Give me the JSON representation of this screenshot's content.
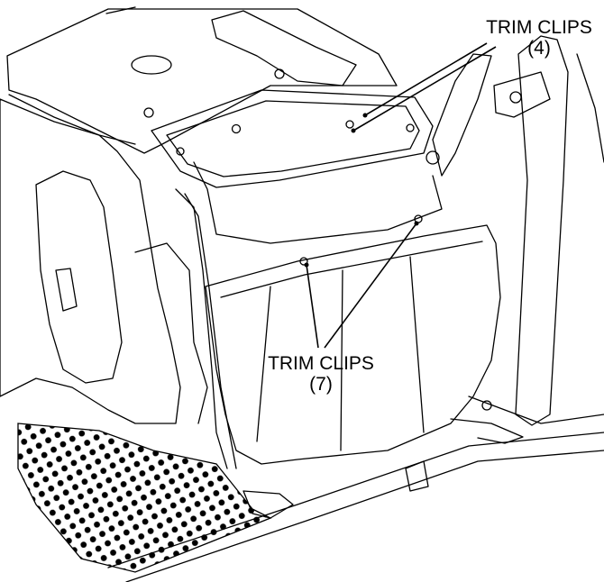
{
  "callouts": [
    {
      "label": "TRIM CLIPS",
      "count": "(4)"
    },
    {
      "label": "TRIM CLIPS",
      "count": "(7)"
    }
  ],
  "colors": {
    "line": "#000000",
    "background": "#ffffff",
    "mesh_dot": "#000000"
  },
  "icons": [
    "trim-clip-icon",
    "bolt-icon",
    "mesh-floor-panel"
  ]
}
